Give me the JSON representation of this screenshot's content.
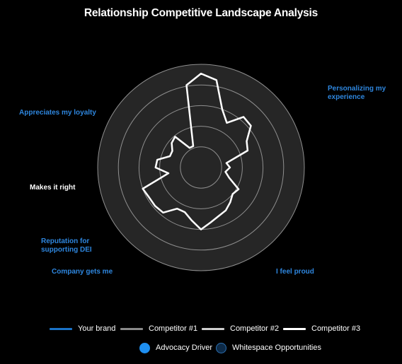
{
  "chart_data": {
    "type": "radar",
    "title": "Relationship Competitive Landscape Analysis",
    "axis_labels": [
      {
        "text": "Personalizing my\nexperience",
        "kind": "advocacy"
      },
      {
        "text": "I feel proud",
        "kind": "advocacy"
      },
      {
        "text": "Company gets me",
        "kind": "advocacy"
      },
      {
        "text": "Reputation for\nsupporting DEI",
        "kind": "advocacy"
      },
      {
        "text": "Makes it right",
        "kind": "neutral"
      },
      {
        "text": "Appreciates my loyalty",
        "kind": "advocacy"
      }
    ],
    "rings": 5,
    "range": [
      0,
      5
    ],
    "grid": true,
    "series": [
      {
        "name": "Competitor #3",
        "color": "#ffffff",
        "values": [
          4.55,
          4.3,
          3.0,
          2.5,
          3.2,
          3.15,
          2.55,
          2.4,
          1.25,
          1.4,
          1.2,
          1.45,
          2.1,
          2.0,
          2.2,
          2.4,
          2.5,
          2.7,
          3.0,
          2.6,
          2.3,
          2.3,
          2.85,
          2.9,
          2.9,
          3.0,
          1.6,
          2.2,
          2.15,
          1.6,
          1.6,
          1.85,
          1.95,
          1.1,
          1.1,
          4.05
        ]
      }
    ]
  },
  "legend": {
    "lines": [
      {
        "label": "Your brand",
        "color": "#1a73c8"
      },
      {
        "label": "Competitor #1",
        "color": "#8a8a8a"
      },
      {
        "label": "Competitor #2",
        "color": "#cfcfcf"
      },
      {
        "label": "Competitor #3",
        "color": "#ffffff"
      }
    ],
    "dots": [
      {
        "label": "Advocacy Driver",
        "fill": "#1e8ff0",
        "stroke": "#1e8ff0"
      },
      {
        "label": "Whitespace Opportunities",
        "fill": "#0d2a47",
        "stroke": "#2c6fb0"
      }
    ]
  },
  "colors": {
    "advocacy": "#2e86de",
    "neutral": "#ffffff",
    "disc": "#262626",
    "ring": "#8f8f8f"
  }
}
